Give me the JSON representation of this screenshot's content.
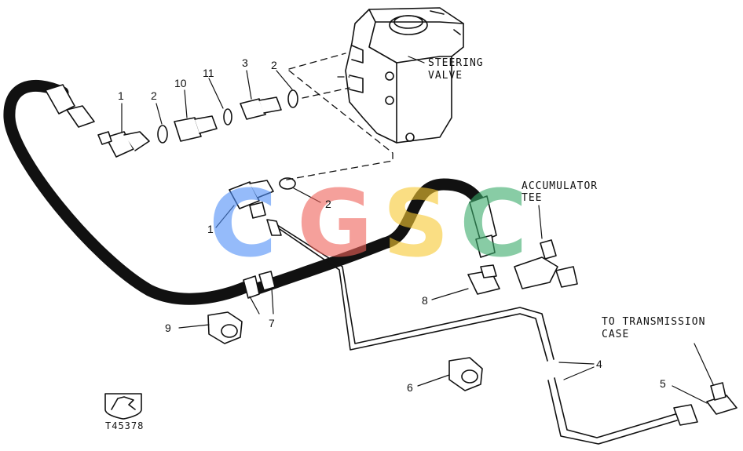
{
  "labels": {
    "steering_valve_line1": "STEERING",
    "steering_valve_line2": "VALVE",
    "accumulator_tee_line1": "ACCUMULATOR",
    "accumulator_tee_line2": "TEE",
    "to_transmission_line1": "TO TRANSMISSION",
    "to_transmission_line2": "CASE"
  },
  "callouts": {
    "c1_top": "1",
    "c2_top_left": "2",
    "c10": "10",
    "c11": "11",
    "c3": "3",
    "c2_top_right": "2",
    "c2_mid": "2",
    "c1_mid": "1",
    "c7": "7",
    "c9": "9",
    "c8": "8",
    "c4": "4",
    "c6": "6",
    "c5": "5"
  },
  "figure_id": "T45378",
  "watermark": {
    "letters": [
      "C",
      "G",
      "S",
      "C"
    ],
    "colors": [
      "#4f8ff7",
      "#f0625a",
      "#f7c932",
      "#3aab6a"
    ]
  }
}
